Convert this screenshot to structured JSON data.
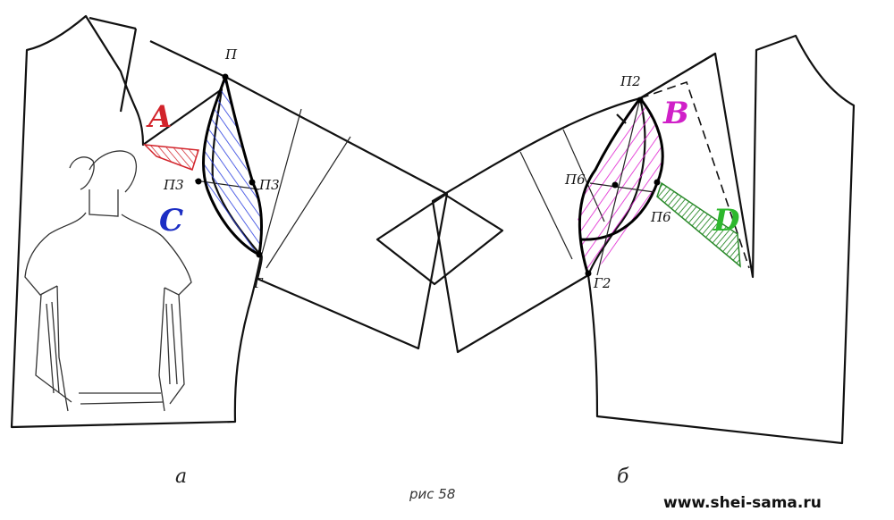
{
  "colors": {
    "A": "#d2232a",
    "B": "#d020c8",
    "C": "#1c2ec4",
    "D": "#2db82d",
    "hatch_red": "#d2232a",
    "hatch_blue": "#2a3ee0",
    "hatch_magenta": "#e020d0",
    "hatch_green": "#2a8a2a",
    "line": "#111111"
  },
  "markers": {
    "A": "A",
    "B": "B",
    "C": "C",
    "D": "D"
  },
  "left_points": {
    "p": "П",
    "p3_left": "П3",
    "p3_right": "П3",
    "g": "Г"
  },
  "right_points": {
    "p2": "П2",
    "p6_left": "П6",
    "p6_right": "П6",
    "g2": "Г2"
  },
  "captions": {
    "a": "а",
    "b": "б",
    "figure": "рис 58"
  },
  "watermark": "www.shei-sama.ru"
}
